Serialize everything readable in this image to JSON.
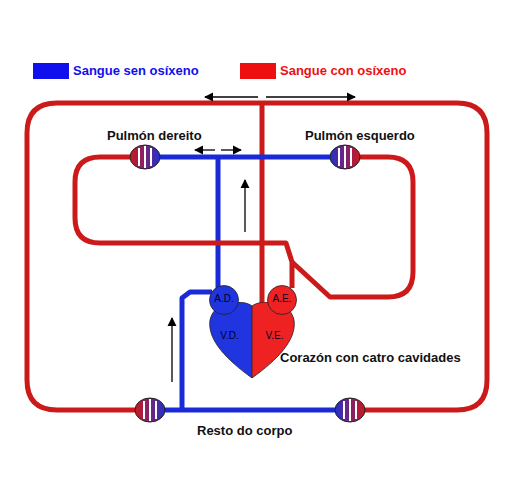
{
  "diagram": {
    "nodes": [
      {
        "text": [
          "A.D."
        ]
      },
      {
        "text": [
          "A.E."
        ]
      },
      {
        "text": [
          "V.D."
        ]
      },
      {
        "text": [
          "V.E."
        ]
      }
    ],
    "labels": [
      "Pulmón dereito",
      "Pulmón esquerdo",
      "Corazón con catro cavidades",
      "Resto do corpo"
    ],
    "legend": [
      {
        "text": "Sangue sen osíxeno",
        "color": "#1010ee"
      },
      {
        "text": "Sangue con osíxeno",
        "color": "#ee1010"
      }
    ]
  }
}
